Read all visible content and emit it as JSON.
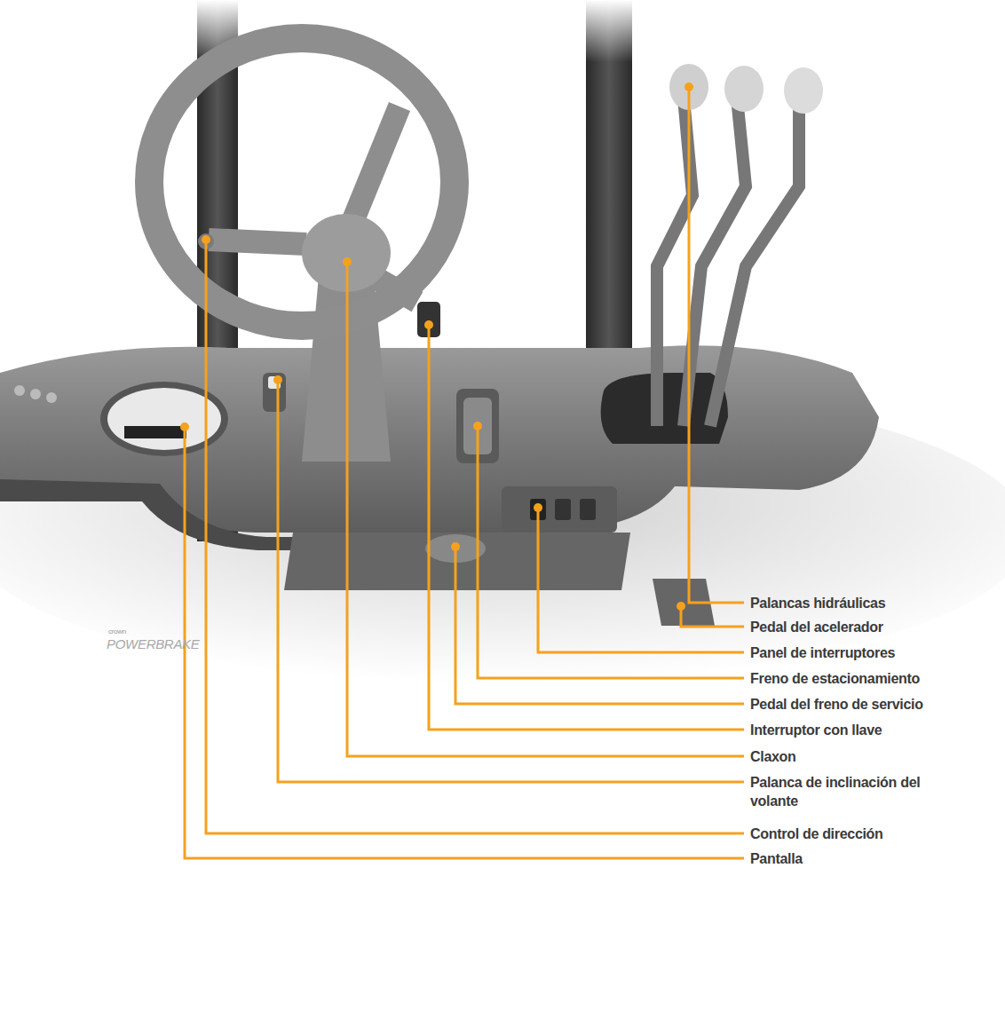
{
  "diagram": {
    "labels": [
      "Palancas hidráulicas",
      "Pedal del acelerador",
      "Panel de interruptores",
      "Freno de estacionamiento",
      "Pedal del freno de servicio",
      "Interruptor con llave",
      "Claxon",
      "Palanca de inclinación del volante",
      "Control de dirección",
      "Pantalla",
      "crown",
      "POWERBRAKE"
    ]
  }
}
